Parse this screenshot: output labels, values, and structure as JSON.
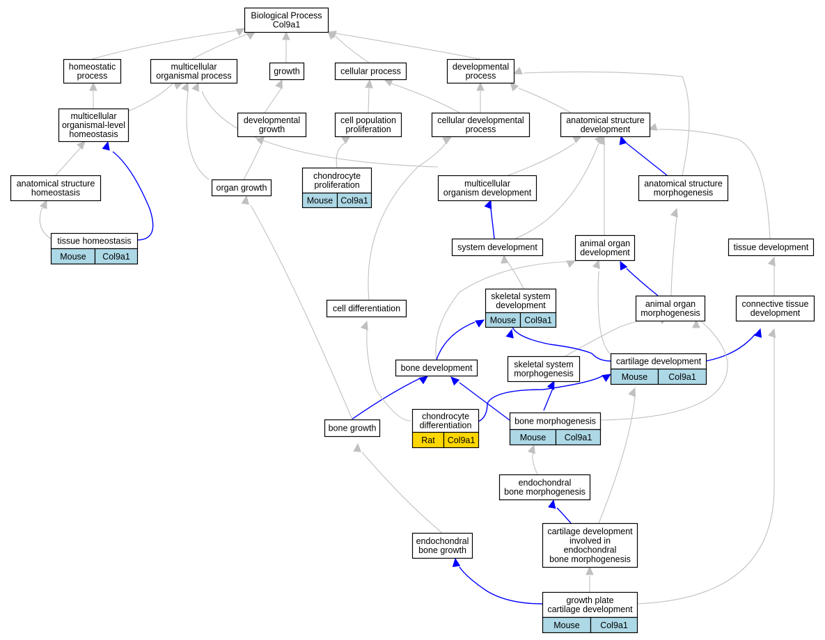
{
  "colors": {
    "edge_gray": "#c0c0c0",
    "edge_blue": "#0000ff",
    "mouse_fill": "#add8e6",
    "rat_fill": "#ffd700",
    "node_border": "#000000"
  },
  "nodes": {
    "bp": [
      "Biological Process",
      "Col9a1"
    ],
    "homeo": [
      "homeostatic",
      "process"
    ],
    "multiproc": [
      "multicellular",
      "organismal process"
    ],
    "growth": [
      "growth"
    ],
    "cellproc": [
      "cellular process"
    ],
    "devproc": [
      "developmental",
      "process"
    ],
    "mlhomeo": [
      "multicellular",
      "organismal-level",
      "homeostasis"
    ],
    "devgrowth": [
      "developmental",
      "growth"
    ],
    "cellpop": [
      "cell population",
      "proliferation"
    ],
    "celldevproc": [
      "cellular developmental",
      "process"
    ],
    "asd": [
      "anatomical structure",
      "development"
    ],
    "ashomeo": [
      "anatomical structure",
      "homeostasis"
    ],
    "organgrowth": [
      "organ growth"
    ],
    "chondprolif": [
      "chondrocyte",
      "proliferation"
    ],
    "mod": [
      "multicellular",
      "organism development"
    ],
    "asm": [
      "anatomical structure",
      "morphogenesis"
    ],
    "tissuehomeo": [
      "tissue homeostasis"
    ],
    "sysdev": [
      "system development"
    ],
    "aod": [
      "animal organ",
      "development"
    ],
    "tissuedev": [
      "tissue development"
    ],
    "celldiff": [
      "cell differentiation"
    ],
    "ssd": [
      "skeletal system",
      "development"
    ],
    "aom": [
      "animal organ",
      "morphogenesis"
    ],
    "ctd": [
      "connective tissue",
      "development"
    ],
    "bonedev": [
      "bone development"
    ],
    "ssm": [
      "skeletal system",
      "morphogenesis"
    ],
    "cartdev": [
      "cartilage development"
    ],
    "bonegrowth": [
      "bone growth"
    ],
    "chonddiff": [
      "chondrocyte",
      "differentiation"
    ],
    "bonemorph": [
      "bone morphogenesis"
    ],
    "endobm": [
      "endochondral",
      "bone morphogenesis"
    ],
    "endobg": [
      "endochondral",
      "bone growth"
    ],
    "cdiebm": [
      "cartilage development",
      "involved in",
      "endochondral",
      "bone morphogenesis"
    ],
    "gpcd": [
      "growth plate",
      "cartilage development"
    ]
  },
  "tags": {
    "chondprolif": [
      "Mouse",
      "Col9a1"
    ],
    "tissuehomeo": [
      "Mouse",
      "Col9a1"
    ],
    "ssd": [
      "Mouse",
      "Col9a1"
    ],
    "cartdev": [
      "Mouse",
      "Col9a1"
    ],
    "chonddiff": [
      "Rat",
      "Col9a1"
    ],
    "bonemorph": [
      "Mouse",
      "Col9a1"
    ],
    "gpcd": [
      "Mouse",
      "Col9a1"
    ]
  }
}
